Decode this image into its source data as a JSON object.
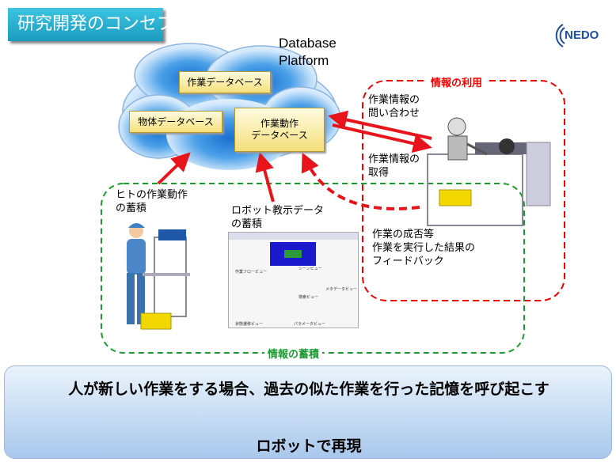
{
  "title": "研究開発のコンセプト",
  "logo": "NEDO",
  "platform_label": [
    "Database",
    "Platform"
  ],
  "databases": {
    "work": "作業データベース",
    "object": "物体データベース",
    "motion": [
      "作業動作",
      "データベース"
    ]
  },
  "usage": {
    "title": "情報の利用",
    "query": [
      "作業情報の",
      "問い合わせ"
    ],
    "acquire": [
      "作業情報の",
      "取得"
    ],
    "feedback": [
      "作業の成否等",
      "作業を実行した結果の",
      "フィードバック"
    ]
  },
  "accumulation": {
    "title": "情報の蓄積",
    "human": [
      "ヒトの作業動作",
      "の蓄積"
    ],
    "robot": [
      "ロボット教示データ",
      "の蓄積"
    ]
  },
  "screenshot_views": [
    "作業フロービュー",
    "シーンビュー",
    "検索ビュー",
    "メタデータビュー",
    "状態遷移ビュー",
    "パラメータビュー"
  ],
  "bottom": {
    "line1": "人が新しい作業をする場合、過去の似た作業を行った記憶を呼び起こす",
    "line2": "ロボットで再現"
  },
  "colors": {
    "title_bg": "#1b9cc0",
    "arrow": "#e8141b",
    "usage": "#e00000",
    "accumulation": "#1a9a30",
    "logo": "#1b4fa0"
  }
}
